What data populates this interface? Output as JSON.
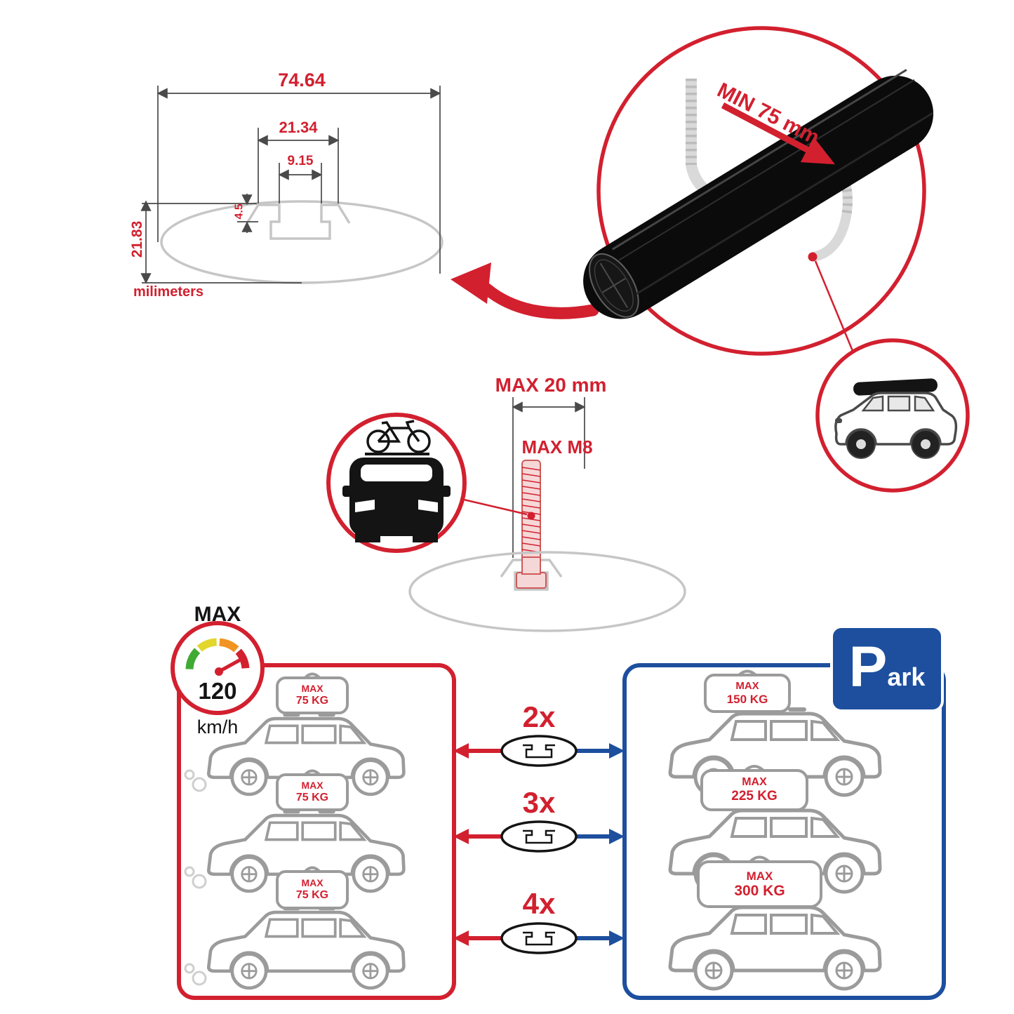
{
  "colors": {
    "red": "#d2202f",
    "blue": "#1d4f9e",
    "line_gray": "#c6c6c6",
    "car_gray": "#9b9b9b",
    "black": "#141414"
  },
  "profile_dims": {
    "total_width": "74.64",
    "channel_width": "21.34",
    "slot_width": "9.15",
    "slot_depth": "4.5",
    "total_height": "21.83",
    "unit": "milimeters"
  },
  "clamp": {
    "min_span": "MIN 75 mm"
  },
  "bolt": {
    "max_length": "MAX 20 mm",
    "max_thread": "MAX M8"
  },
  "speed": {
    "label": "MAX",
    "value": "120",
    "unit": "km/h"
  },
  "rows": [
    {
      "multiplier": "2x",
      "left_load": {
        "label": "MAX",
        "value": "75 KG"
      },
      "right_load": {
        "label": "MAX",
        "value": "150 KG"
      }
    },
    {
      "multiplier": "3x",
      "left_load": {
        "label": "MAX",
        "value": "75 KG"
      },
      "right_load": {
        "label": "MAX",
        "value": "225 KG"
      }
    },
    {
      "multiplier": "4x",
      "left_load": {
        "label": "MAX",
        "value": "75 KG"
      },
      "right_load": {
        "label": "MAX",
        "value": "300 KG"
      }
    }
  ],
  "park_sign": {
    "p": "P",
    "suffix": "ark"
  }
}
